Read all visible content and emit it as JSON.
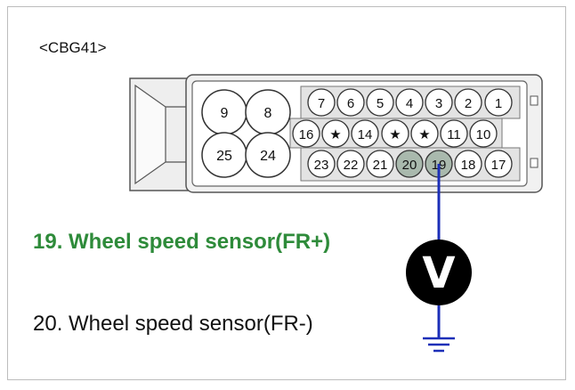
{
  "connector": {
    "label": "<CBG41>"
  },
  "pins": {
    "large": [
      "9",
      "8",
      "25",
      "24"
    ],
    "row1": [
      "7",
      "6",
      "5",
      "4",
      "3",
      "2",
      "1"
    ],
    "row2": [
      "16",
      "★",
      "14",
      "★",
      "★",
      "11",
      "10"
    ],
    "row3": [
      "23",
      "22",
      "21",
      "20",
      "19",
      "18",
      "17"
    ],
    "highlighted": [
      "20",
      "19"
    ]
  },
  "meter": {
    "symbol": "V"
  },
  "legend": {
    "pin19": "19. Wheel speed sensor(FR+)",
    "pin20": "20. Wheel speed sensor(FR-)"
  },
  "colors": {
    "highlight_pin": "#a9b9ad",
    "wire": "#1c2fb8",
    "active_label": "#2e8b3a",
    "meter_fill": "#000000"
  }
}
